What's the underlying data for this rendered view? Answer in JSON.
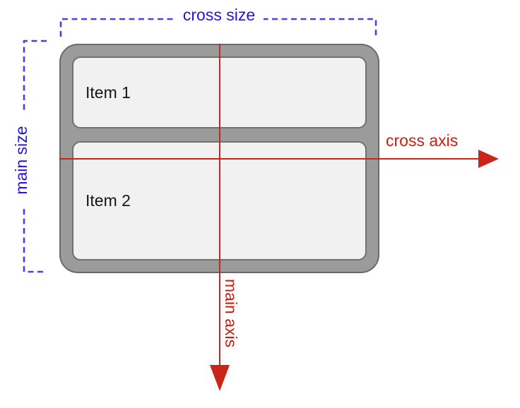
{
  "diagram": {
    "container": {
      "items": [
        {
          "label": "Item 1"
        },
        {
          "label": "Item 2"
        }
      ]
    },
    "labels": {
      "cross_size": "cross size",
      "main_size": "main size",
      "cross_axis": "cross axis",
      "main_axis": "main axis"
    },
    "icons": {
      "cross_axis_arrowhead": "right-arrowhead-icon",
      "main_axis_arrowhead": "down-arrowhead-icon"
    },
    "colors": {
      "blue": "#2315DB",
      "blue_dash": "#4B40E4",
      "red": "#D21B0C",
      "red_line": "#C9261B",
      "container_fill": "#9B9B9B",
      "container_stroke": "#6A6A6A",
      "item_fill": "#F1F1F2",
      "item_stroke": "#707070",
      "text": "#161616",
      "bg": "#FFFFFF"
    }
  }
}
